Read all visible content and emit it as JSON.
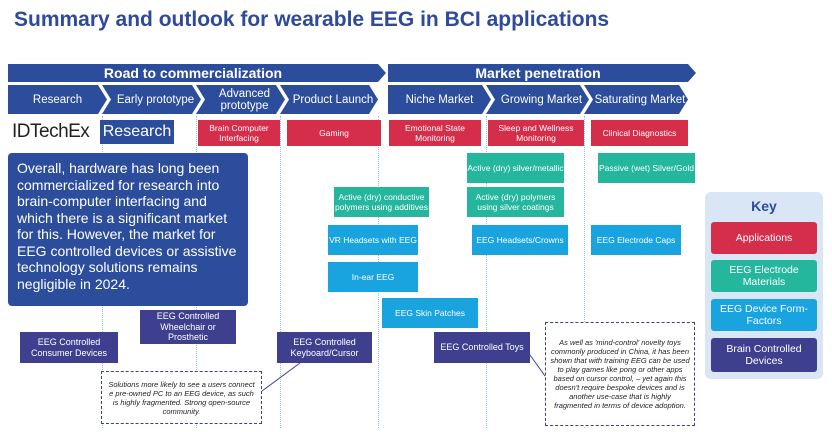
{
  "title": "Summary and outlook for wearable EEG in BCI applications",
  "bands": {
    "left": "Road to commercialization",
    "right": "Market penetration"
  },
  "stages": [
    "Research",
    "Early prototype",
    "Advanced prototype",
    "Product Launch",
    "Niche Market",
    "Growing Market",
    "Saturating Market"
  ],
  "logo": {
    "company": "IDTechEx",
    "division": "Research"
  },
  "applications": [
    "Brain Computer Interfacing",
    "Gaming",
    "Emotional State Monitoring",
    "Sleep and Wellness Monitoring",
    "Clinical Diagnostics"
  ],
  "summary_text": "Overall, hardware has long been commercialized for research into brain-computer interfacing and which there is a significant market for this. However, the market for EEG controlled devices or assistive technology solutions remains negligible in 2024.",
  "materials": {
    "conductive_polymers": "Active (dry) conductive polymers using additives",
    "silver_metallic": "Active (dry) silver/metallic",
    "polymers_silver": "Active (dry) polymers using silver coatings",
    "passive": "Passive (wet) Silver/Gold"
  },
  "form_factors": {
    "vr_headsets": "VR Headsets with EEG",
    "in_ear": "In-ear EEG",
    "skin_patches": "EEG Skin Patches",
    "headsets_crowns": "EEG Headsets/Crowns",
    "caps": "EEG Electrode Caps"
  },
  "controlled_devices": {
    "consumer": "EEG Controlled Consumer Devices",
    "wheelchair": "EEG Controlled Wheelchair or Prosthetic",
    "keyboard": "EEG Controlled Keyboard/Cursor",
    "toys": "EEG Controlled Toys"
  },
  "notes": {
    "left": "Solutions more likely to see a users connect e pre-owned PC to an EEG device, as such is highly fragmented. Strong open-source community.",
    "right": "As well as 'mind-control' novelty toys commonly produced in China, it has been shown that with training EEG can be used to play games like pong or other apps based on cursor control, – yet again this doesn't require bespoke devices and is another use-case that is highly fragmented in terms of device adoption."
  },
  "key": {
    "title": "Key",
    "items": [
      "Applications",
      "EEG Electrode Materials",
      "EEG Device Form-Factors",
      "Brain Controlled Devices"
    ],
    "colors": [
      "#d42e4a",
      "#25b69e",
      "#19a3df",
      "#3f3f8f"
    ]
  }
}
